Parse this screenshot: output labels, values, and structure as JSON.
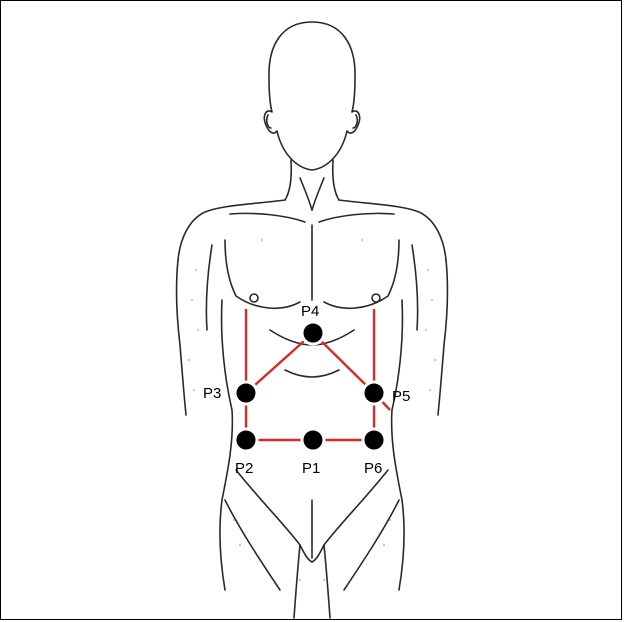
{
  "points": [
    {
      "id": "p1",
      "label": "P1"
    },
    {
      "id": "p2",
      "label": "P2"
    },
    {
      "id": "p3",
      "label": "P3"
    },
    {
      "id": "p4",
      "label": "P4"
    },
    {
      "id": "p5",
      "label": "P5"
    },
    {
      "id": "p6",
      "label": "P6"
    }
  ],
  "colors": {
    "line": "#d62b2b",
    "marker": "#000000",
    "marker_ring": "#ffffff",
    "sketch": "#2a2a2a"
  }
}
